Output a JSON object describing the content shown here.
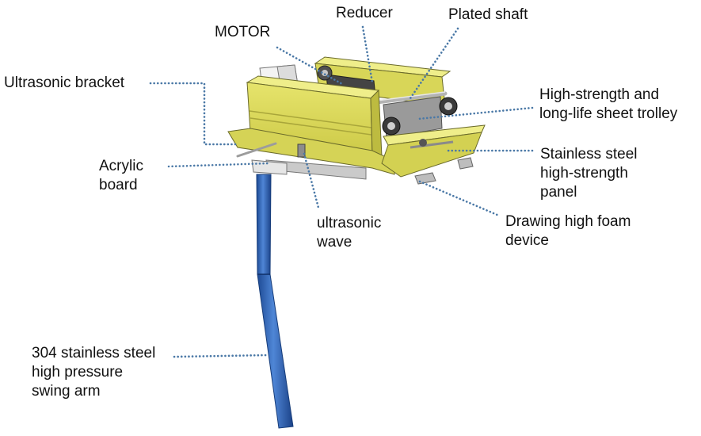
{
  "labels": {
    "reducer": [
      "Reducer"
    ],
    "plated_shaft": [
      "Plated shaft"
    ],
    "motor": [
      "MOTOR"
    ],
    "ultrasonic_bracket": [
      "Ultrasonic bracket"
    ],
    "sheet_trolley": [
      "High-strength and",
      "long-life sheet trolley"
    ],
    "steel_panel": [
      "Stainless steel",
      "high-strength",
      "panel"
    ],
    "acrylic_board": [
      "Acrylic",
      "board"
    ],
    "ultrasonic_wave": [
      "ultrasonic",
      "wave"
    ],
    "foam_device": [
      "Drawing high foam",
      "device"
    ],
    "swing_arm": [
      "304 stainless steel",
      "high pressure",
      "swing arm"
    ]
  },
  "colors": {
    "leader": "#4a78a6",
    "housing": "#dcda5e",
    "arm": "#2f5fae",
    "steel": "#9a9a9a"
  }
}
